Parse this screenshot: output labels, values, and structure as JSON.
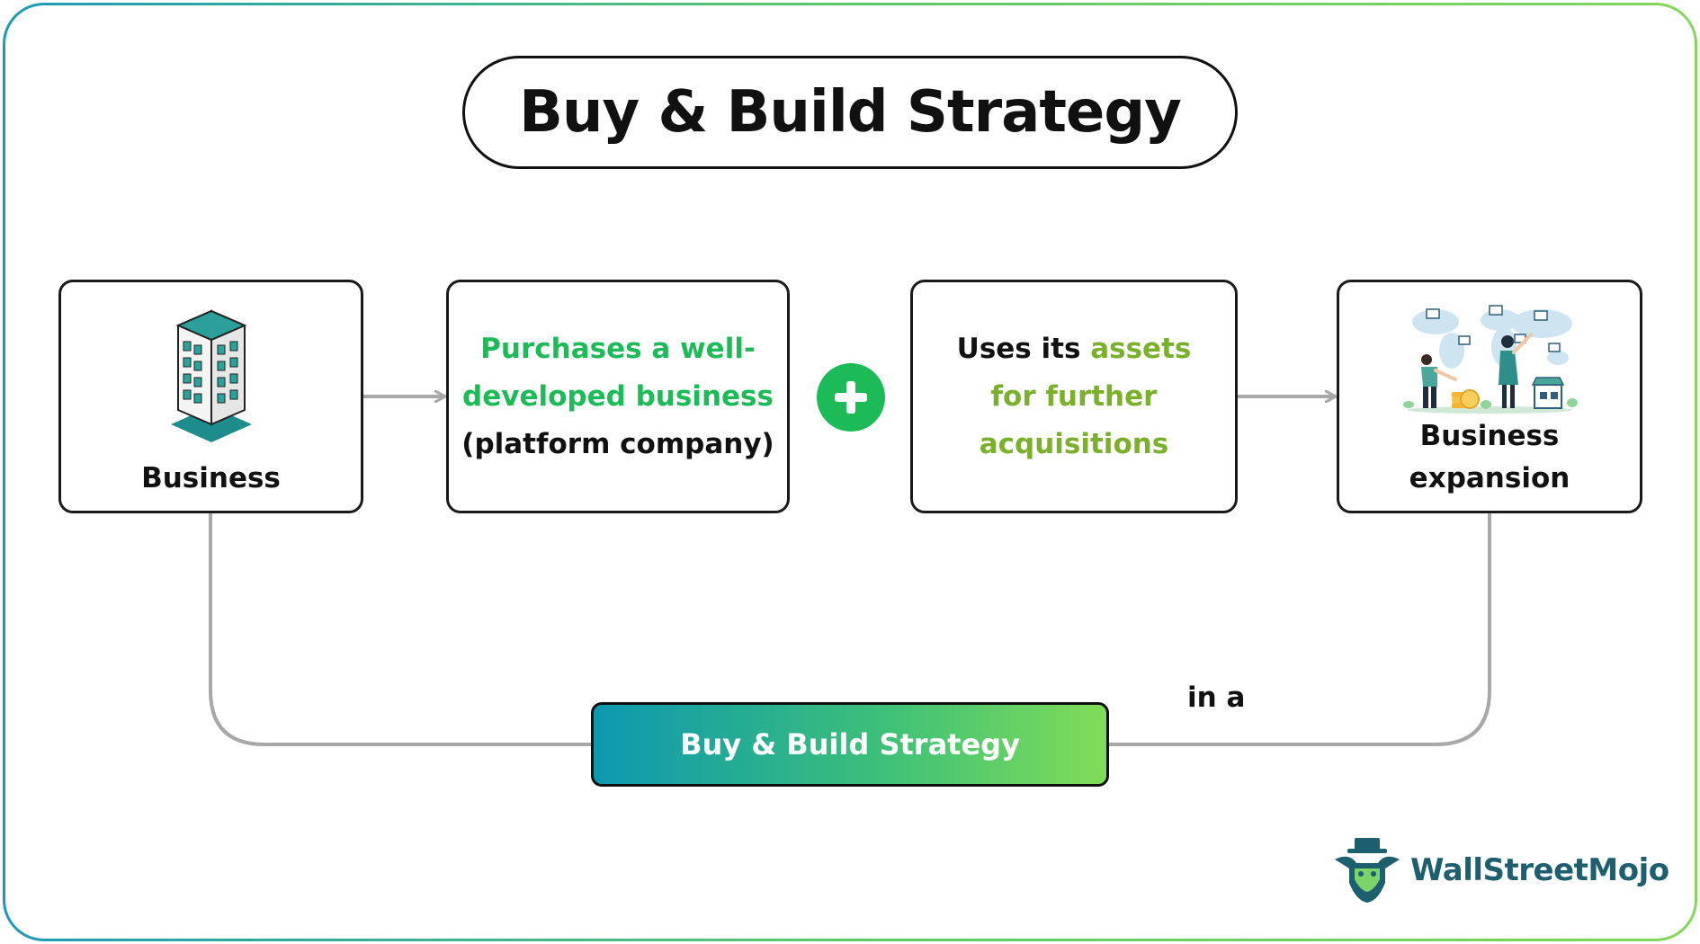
{
  "title": "Buy & Build Strategy",
  "boxes": {
    "business": {
      "label": "Business"
    },
    "purchase": {
      "lines": [
        "Purchases a well-",
        "developed business",
        "(platform company)"
      ]
    },
    "uses": {
      "line1_plain": "Uses its ",
      "line1_accent": "assets",
      "line2": "for further",
      "line3": "acquisitions"
    },
    "expansion": {
      "lines": [
        "Business",
        "expansion"
      ]
    }
  },
  "strategy_bar": {
    "label": "Buy & Build Strategy"
  },
  "connector_label": "in a",
  "brand": {
    "name": "WallStreetMojo"
  },
  "colors": {
    "green": "#1dbb57",
    "olive": "#7ab02c",
    "connector": "#a8a8a8",
    "brand": "#1d5f6e"
  },
  "icons": [
    "building-icon",
    "plus-icon",
    "business-expansion-illustration",
    "wallstreetmojo-logo-icon"
  ]
}
